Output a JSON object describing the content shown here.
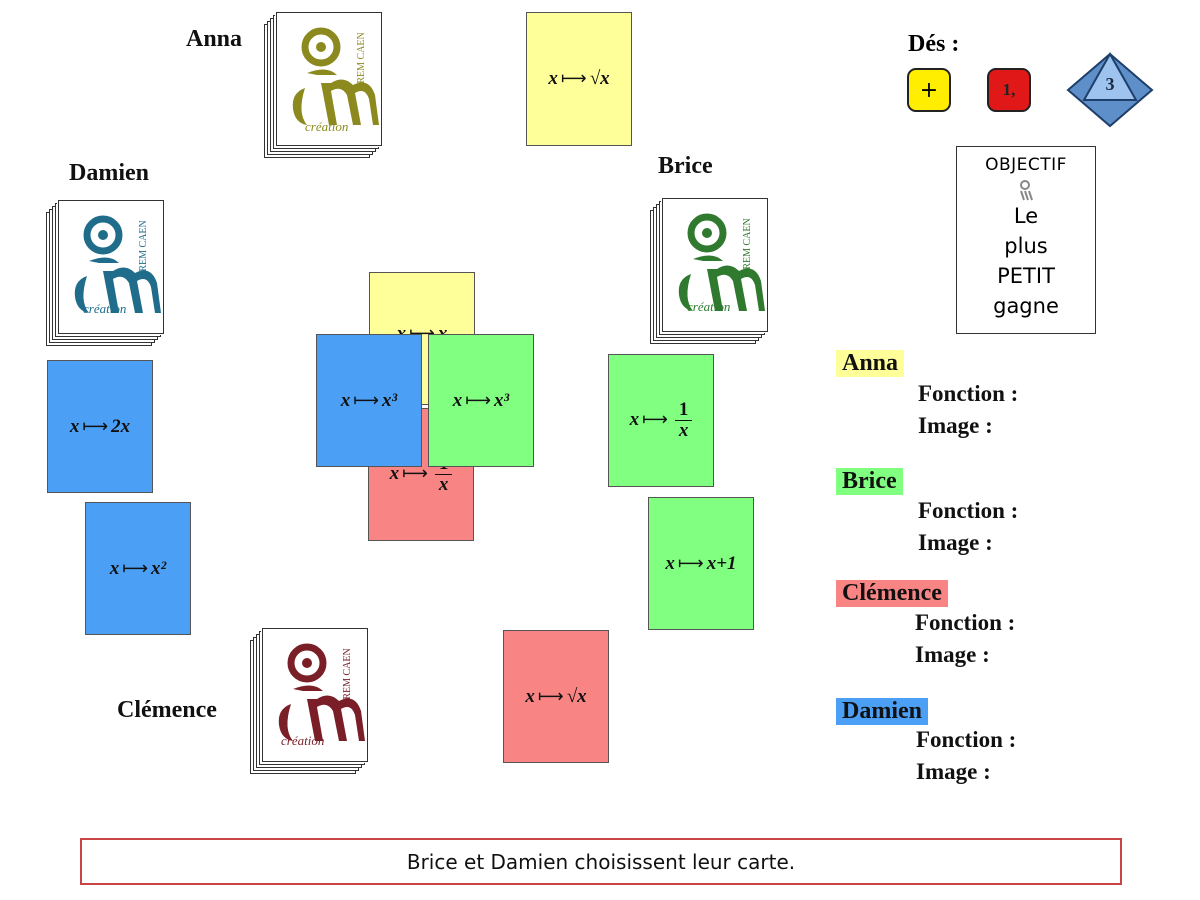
{
  "players": {
    "anna": "Anna",
    "damien": "Damien",
    "brice": "Brice",
    "clemence": "Clémence"
  },
  "deck_logo": {
    "org": "IREM CAEN",
    "word": "création",
    "colors": {
      "anna": "#8c8a1e",
      "damien": "#1f6d8a",
      "brice": "#2f7a2f",
      "clemence": "#7a1f28"
    }
  },
  "dice": {
    "title": "Dés :",
    "yellow": "+",
    "red": "1,",
    "d8": "3"
  },
  "objective": {
    "title": "OBJECTIF",
    "lines": [
      "Le",
      "plus",
      "PETIT",
      "gagne"
    ]
  },
  "cards": {
    "anna_top": {
      "var": "x",
      "arrow": "⟼",
      "expr": "√x"
    },
    "damien_1": {
      "var": "x",
      "arrow": "⟼",
      "expr": "2x"
    },
    "damien_2": {
      "var": "x",
      "arrow": "⟼",
      "expr": "x²"
    },
    "center_yellow": {
      "var": "x",
      "arrow": "⟼",
      "expr": "x"
    },
    "center_red": {
      "var": "x",
      "arrow": "⟼",
      "num": "1",
      "den": "x"
    },
    "center_blue": {
      "var": "x",
      "arrow": "⟼",
      "expr": "x³"
    },
    "center_green": {
      "var": "x",
      "arrow": "⟼",
      "expr": "x³"
    },
    "brice_1": {
      "var": "x",
      "arrow": "⟼",
      "num": "1",
      "den": "x"
    },
    "brice_2": {
      "var": "x",
      "arrow": "⟼",
      "expr": "x+1"
    },
    "clemence_top": {
      "var": "x",
      "arrow": "⟼",
      "expr": "√x"
    }
  },
  "scoreboard": [
    {
      "name": "Anna",
      "color": "#ffff99",
      "fonction": "Fonction :",
      "image": "Image :"
    },
    {
      "name": "Brice",
      "color": "#80ff80",
      "fonction": "Fonction :",
      "image": "Image :"
    },
    {
      "name": "Clémence",
      "color": "#f88484",
      "fonction": "Fonction :",
      "image": "Image :"
    },
    {
      "name": "Damien",
      "color": "#4b9ff5",
      "fonction": "Fonction :",
      "image": "Image :"
    }
  ],
  "status": "Brice et Damien choisissent leur carte."
}
